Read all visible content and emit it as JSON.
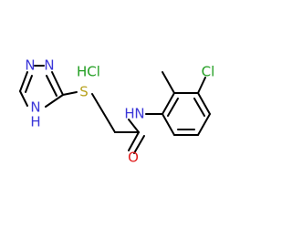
{
  "structure": {
    "colors": {
      "bond": "#000000",
      "nitrogen": "#3a36d8",
      "oxygen": "#e01b1b",
      "sulfur": "#b8a21f",
      "chlorine": "#1f9d1f",
      "hydrochloride": "#1f9d1f"
    },
    "atoms": {
      "n_ring_1": "N",
      "n_ring_2": "N",
      "n_ring_h": "N",
      "n_ring_h_h": "H",
      "sulfur": "S",
      "oxygen": "O",
      "amide_n": "N",
      "amide_h": "H",
      "cl_aryl": "Cl",
      "hcl": "HCl"
    }
  }
}
